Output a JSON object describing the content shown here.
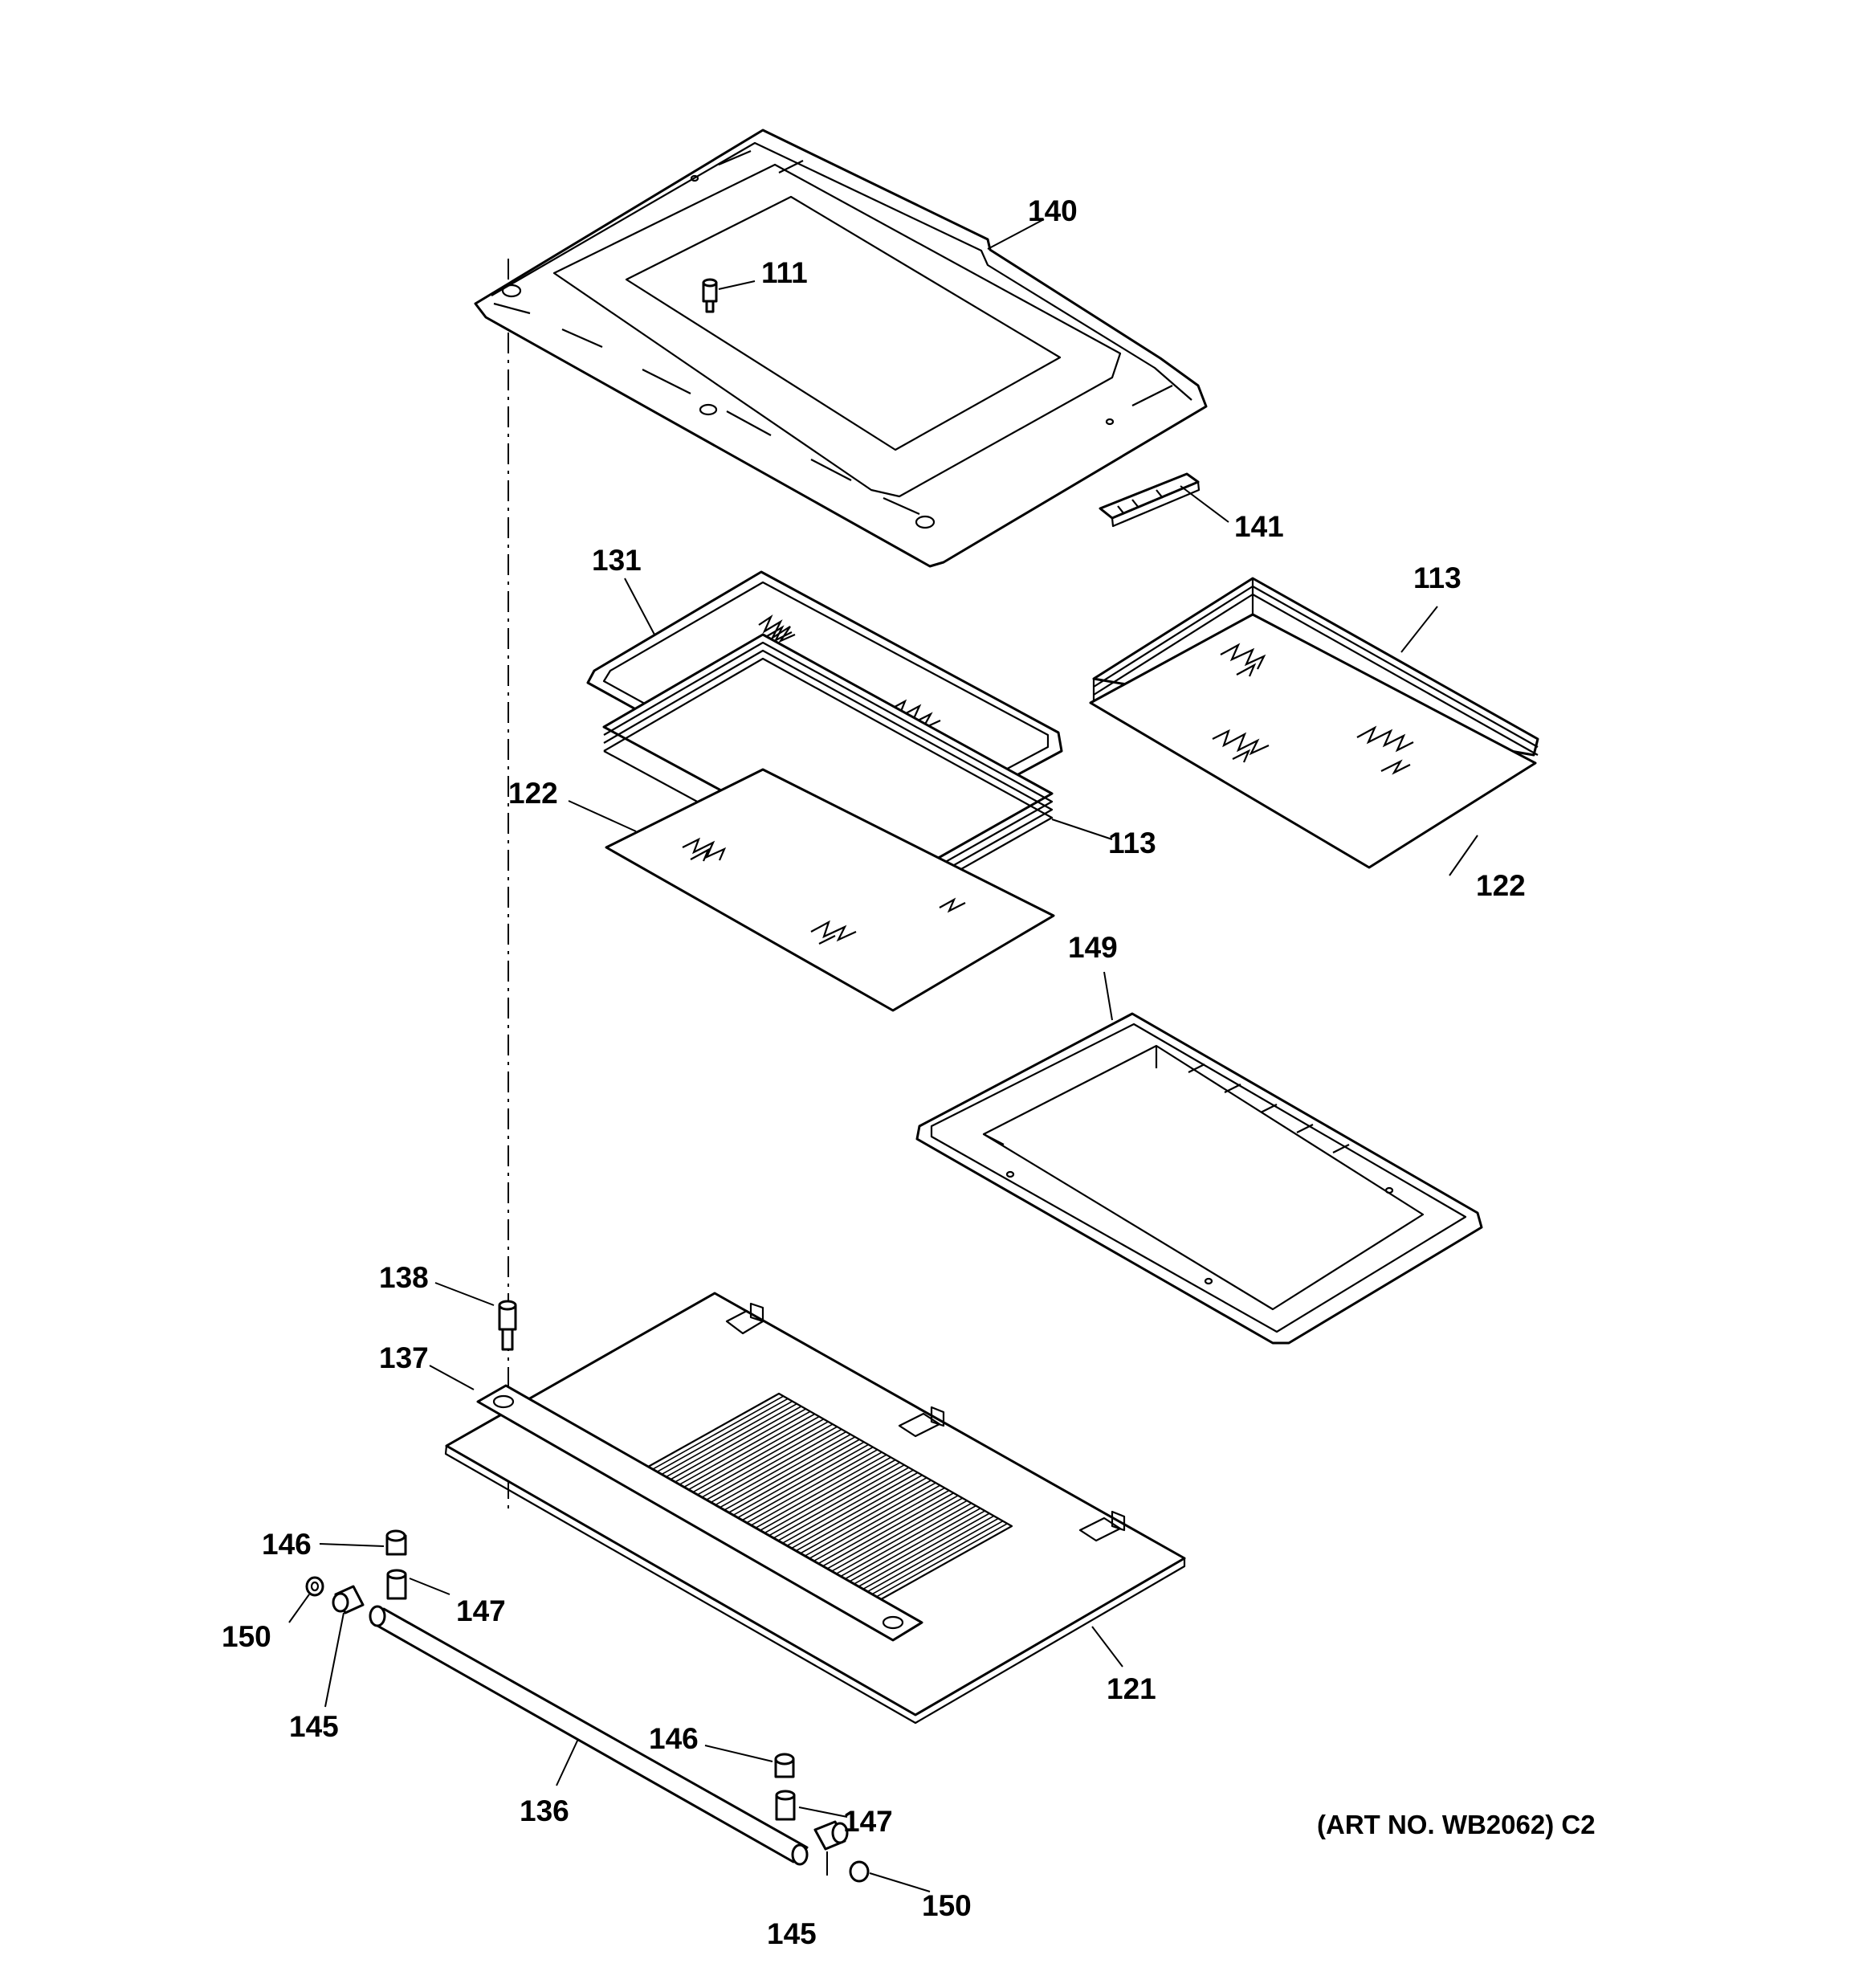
{
  "diagram": {
    "art_number": "(ART NO. WB2062) C2",
    "parts": {
      "p140": "140",
      "p111": "111",
      "p141": "141",
      "p131": "131",
      "p113a": "113",
      "p113b": "113",
      "p122a": "122",
      "p122b": "122",
      "p149": "149",
      "p138": "138",
      "p137": "137",
      "p146a": "146",
      "p147a": "147",
      "p150a": "150",
      "p145a": "145",
      "p121": "121",
      "p146b": "146",
      "p136": "136",
      "p147b": "147",
      "p145b": "145",
      "p150b": "150"
    }
  }
}
